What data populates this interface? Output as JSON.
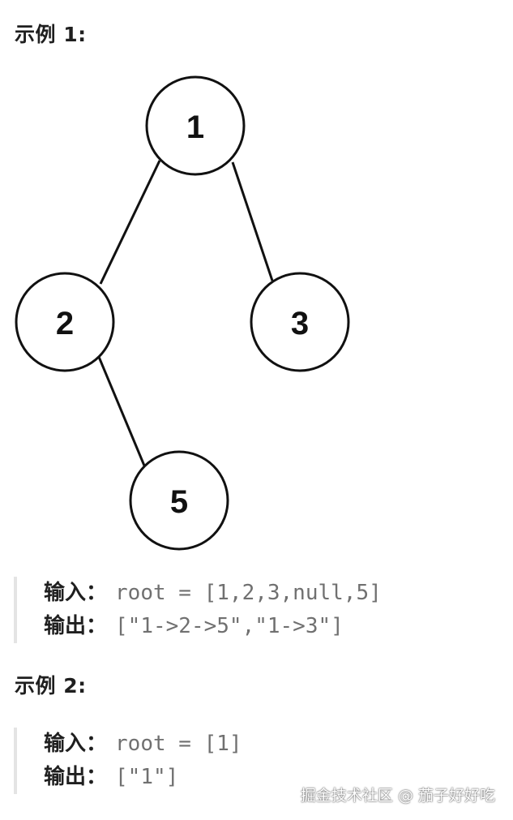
{
  "example1": {
    "heading": "示例 1:",
    "tree": {
      "nodes": [
        {
          "id": "n1",
          "label": "1"
        },
        {
          "id": "n2",
          "label": "2"
        },
        {
          "id": "n3",
          "label": "3"
        },
        {
          "id": "n5",
          "label": "5"
        }
      ],
      "edges": [
        [
          "n1",
          "n2"
        ],
        [
          "n1",
          "n3"
        ],
        [
          "n2",
          "n5"
        ]
      ]
    },
    "input_label": "输入",
    "input_value": "root = [1,2,3,null,5]",
    "output_label": "输出",
    "output_value": "[\"1->2->5\",\"1->3\"]"
  },
  "example2": {
    "heading": "示例 2:",
    "input_label": "输入",
    "input_value": "root = [1]",
    "output_label": "输出",
    "output_value": "[\"1\"]"
  },
  "colon": "：",
  "watermark": "掘金技术社区 @ 茄子好好吃"
}
